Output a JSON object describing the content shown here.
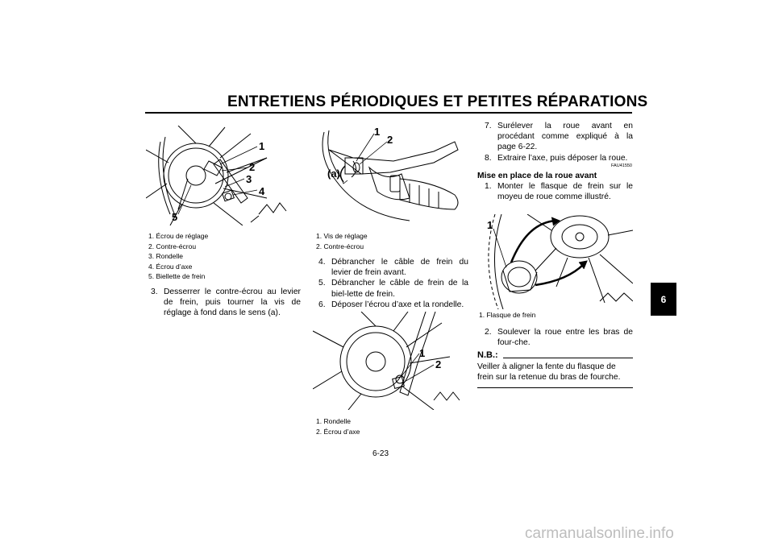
{
  "header": {
    "title": "ENTRETIENS PÉRIODIQUES ET PETITES RÉPARATIONS"
  },
  "figures": {
    "fig1": {
      "labels": [
        "1",
        "2",
        "3",
        "4",
        "5"
      ]
    },
    "fig2": {
      "labels": [
        "1",
        "2",
        "(a)"
      ]
    },
    "fig3": {
      "labels": [
        "1",
        "2"
      ]
    },
    "fig4": {
      "labels": [
        "1"
      ]
    }
  },
  "captions": {
    "fig1": [
      "1. Écrou de réglage",
      "2. Contre-écrou",
      "3. Rondelle",
      "4. Écrou d’axe",
      "5. Biellette de frein"
    ],
    "fig2": [
      "1. Vis de réglage",
      "2. Contre-écrou"
    ],
    "fig3": [
      "1. Rondelle",
      "2. Écrou d’axe"
    ],
    "fig4": [
      "1. Flasque de frein"
    ]
  },
  "col1": {
    "steps": [
      {
        "num": "3.",
        "text": "Desserrer le contre-écrou au levier de frein, puis tourner la vis de réglage à fond dans le sens (a)."
      }
    ]
  },
  "col2": {
    "steps": [
      {
        "num": "4.",
        "text": "Débrancher le câble de frein du levier de frein avant."
      },
      {
        "num": "5.",
        "text": "Débrancher le câble de frein de la biel-lette de frein."
      },
      {
        "num": "6.",
        "text": "Déposer l’écrou d’axe et la rondelle."
      }
    ]
  },
  "col3": {
    "steps_top": [
      {
        "num": "7.",
        "text": "Surélever la roue avant en procédant comme expliqué à la page 6-22."
      },
      {
        "num": "8.",
        "text": "Extraire l’axe, puis déposer la roue."
      }
    ],
    "ref_code": "FAU41550",
    "section_heading": "Mise en place de la roue avant",
    "steps_mid": [
      {
        "num": "1.",
        "text": "Monter le flasque de frein sur le moyeu de roue comme illustré."
      }
    ],
    "steps_bottom": [
      {
        "num": "2.",
        "text": "Soulever la roue entre les bras de four-che."
      }
    ],
    "note_label": "N.B.:",
    "note_text": "Veiller à aligner la fente du flasque de frein sur la retenue du bras de fourche."
  },
  "chapter_tab": "6",
  "page_number": "6-23",
  "watermark": "carmanualsonline.info"
}
